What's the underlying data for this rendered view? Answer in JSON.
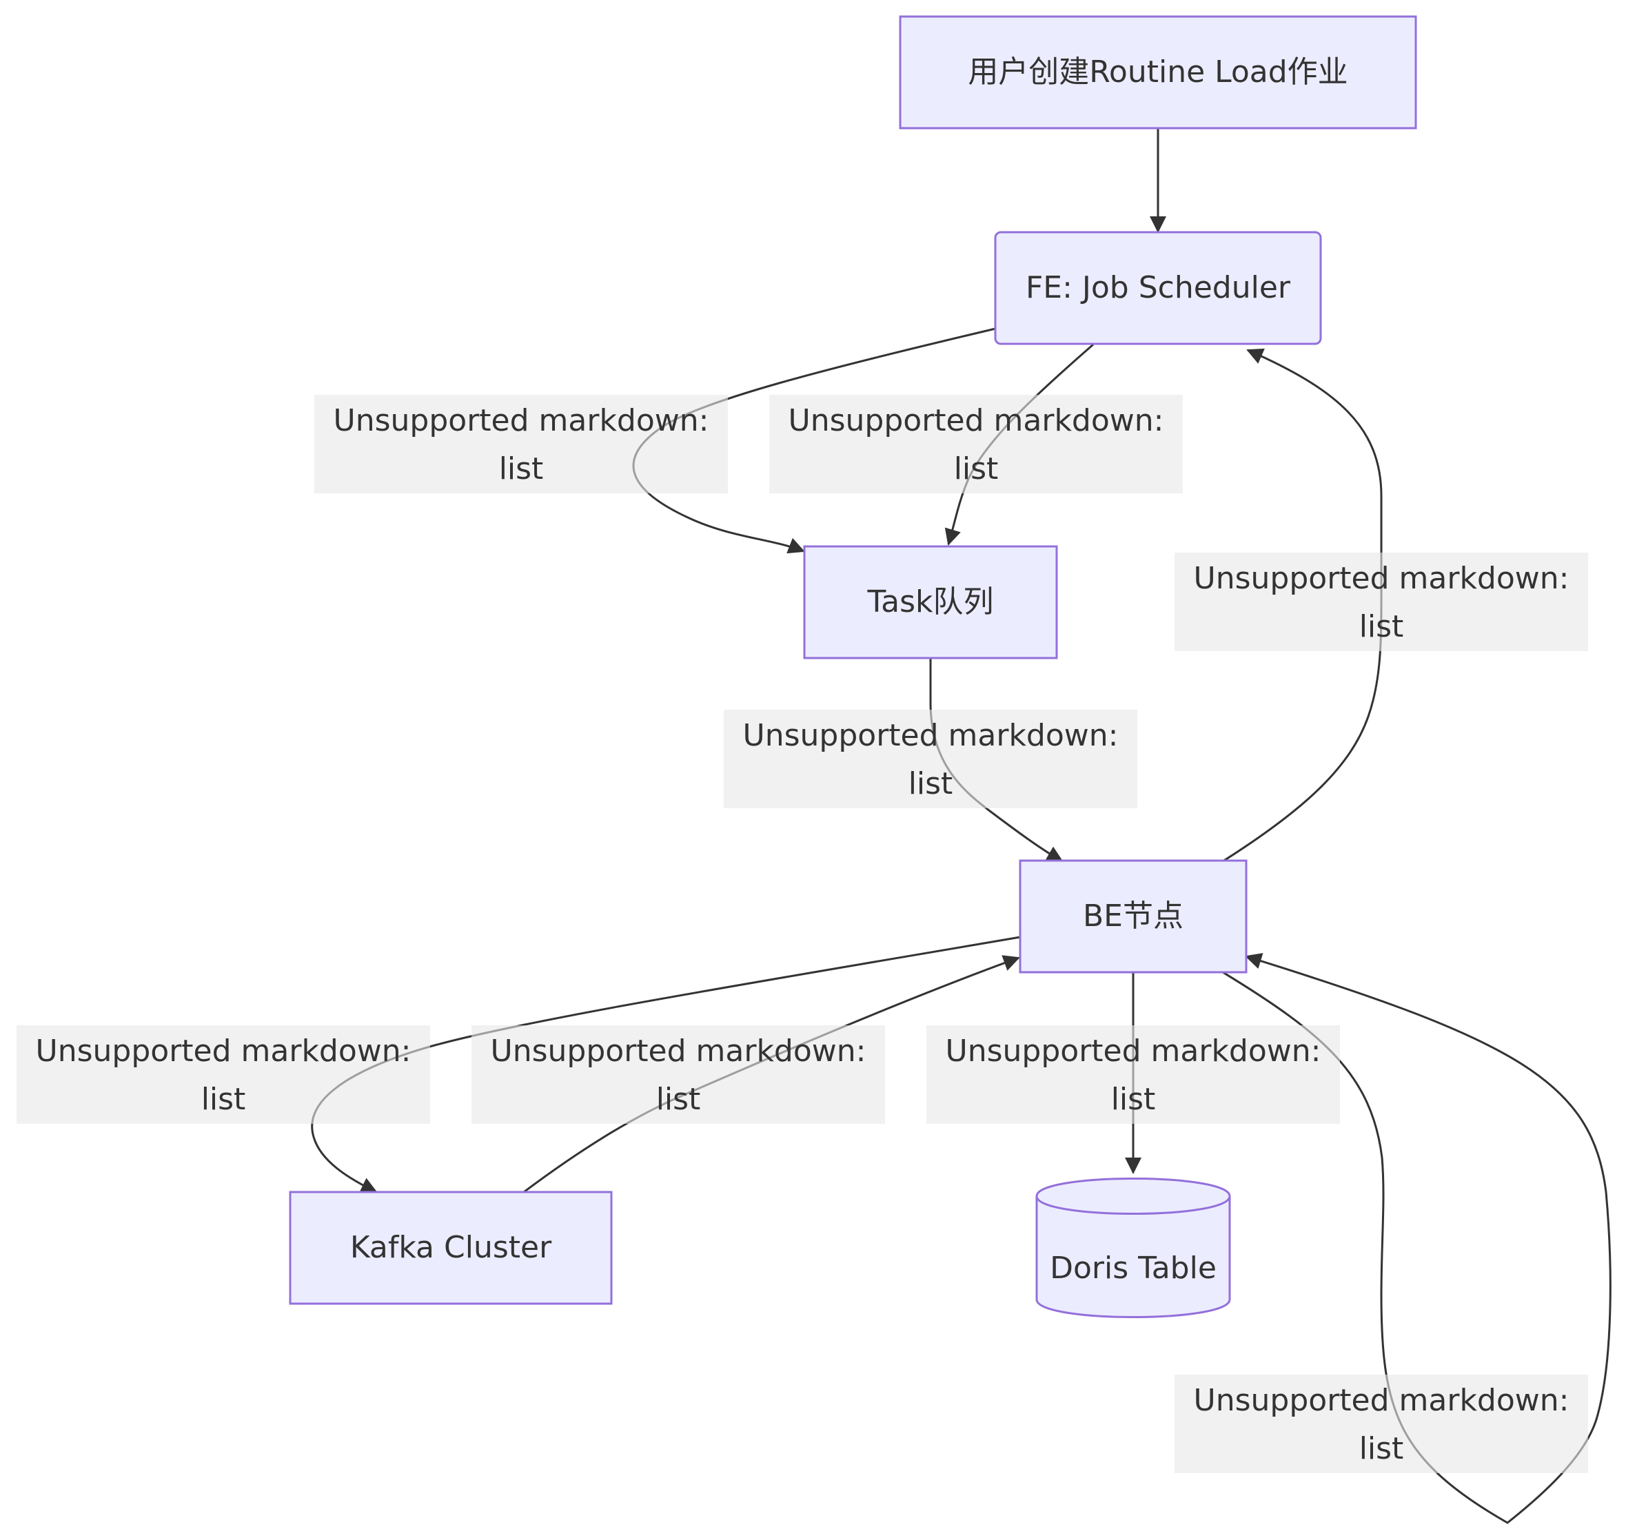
{
  "diagram": {
    "type": "flowchart",
    "direction": "top-down",
    "colors": {
      "node_fill": "#ECECFF",
      "node_stroke": "#9370DB",
      "edge": "#333333",
      "label_bg": "#E8E8E8",
      "text": "#333333"
    },
    "nodes": {
      "user": "用户创建Routine Load作业",
      "fe": "FE: Job Scheduler",
      "task": "Task队列",
      "be": "BE节点",
      "kafka": "Kafka Cluster",
      "doris": "Doris Table"
    },
    "edge_labels": {
      "line1": "Unsupported markdown:",
      "line2": "list"
    },
    "edges": [
      {
        "from": "user",
        "to": "fe",
        "label": ""
      },
      {
        "from": "fe",
        "to": "task",
        "label": "Unsupported markdown: list"
      },
      {
        "from": "fe",
        "to": "task",
        "label": "Unsupported markdown: list"
      },
      {
        "from": "task",
        "to": "be",
        "label": "Unsupported markdown: list"
      },
      {
        "from": "be",
        "to": "fe",
        "label": "Unsupported markdown: list"
      },
      {
        "from": "be",
        "to": "kafka",
        "label": "Unsupported markdown: list"
      },
      {
        "from": "kafka",
        "to": "be",
        "label": "Unsupported markdown: list"
      },
      {
        "from": "be",
        "to": "doris",
        "label": "Unsupported markdown: list"
      },
      {
        "from": "be",
        "to": "be",
        "label": "Unsupported markdown: list"
      }
    ]
  }
}
